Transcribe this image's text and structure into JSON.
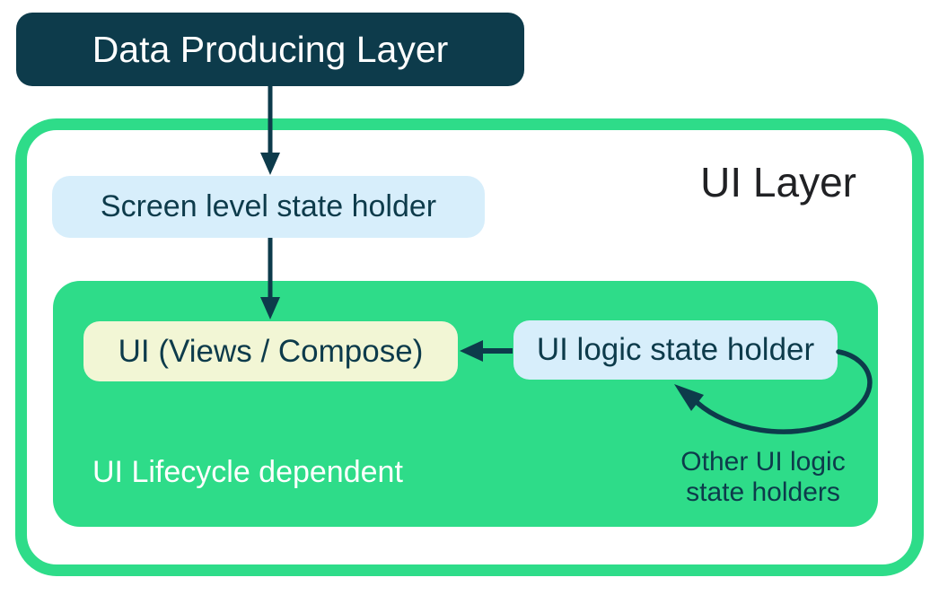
{
  "colors": {
    "navy": "#0d3b4b",
    "green": "#2edc89",
    "light_blue": "#d7eefb",
    "pale_yellow": "#f2f6d5",
    "title_text": "#202124",
    "background": "#ffffff"
  },
  "nodes": {
    "data_producing_layer": "Data Producing Layer",
    "ui_layer_title": "UI Layer",
    "screen_level_state_holder": "Screen level state holder",
    "ui_views_compose": "UI (Views / Compose)",
    "ui_logic_state_holder": "UI logic state holder",
    "lifecycle_caption": "UI Lifecycle dependent",
    "other_holders_line1": "Other UI logic",
    "other_holders_line2": "state holders"
  },
  "edges": [
    {
      "from": "Data Producing Layer",
      "to": "Screen level state holder",
      "style": "straight-down"
    },
    {
      "from": "Screen level state holder",
      "to": "UI (Views / Compose)",
      "style": "straight-down"
    },
    {
      "from": "UI logic state holder",
      "to": "UI (Views / Compose)",
      "style": "straight-left"
    },
    {
      "from": "UI logic state holder",
      "to": "UI logic state holder",
      "style": "self-loop",
      "label": "Other UI logic state holders"
    }
  ]
}
